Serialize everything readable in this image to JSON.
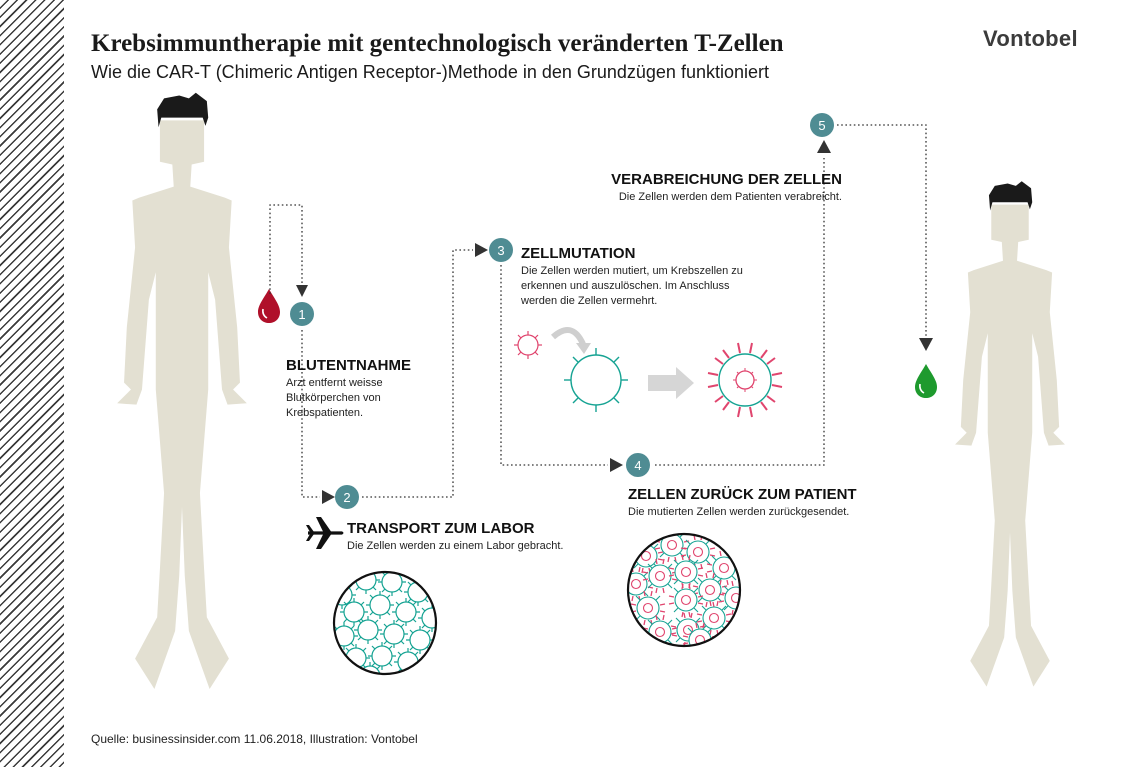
{
  "header": {
    "title": "Krebsimmuntherapie mit gentechnologisch veränderten T-Zellen",
    "subtitle": "Wie die CAR-T (Chimeric Antigen Receptor-)Methode in den Grundzügen funktioniert",
    "brand": "Vontobel"
  },
  "colors": {
    "body": "#e3e0d2",
    "hair": "#1a1a1a",
    "blood_drop": "#b0102a",
    "green_drop": "#1e9a2e",
    "step_badge": "#4f8c93",
    "cell_teal": "#16a393",
    "cell_pink": "#e0456e",
    "arrow_gray": "#d6d6d6"
  },
  "steps": [
    {
      "number": "1",
      "title": "BLUTENTNAHME",
      "text": [
        "Arzt  entfernt weisse",
        "Blutkörperchen von",
        "Krebspatienten."
      ]
    },
    {
      "number": "2",
      "title": "TRANSPORT ZUM LABOR",
      "text": [
        "Die Zellen werden zu einem Labor gebracht."
      ],
      "icon": "airplane-icon"
    },
    {
      "number": "3",
      "title": "ZELLMUTATION",
      "text": [
        "Die Zellen werden mutiert, um Krebszellen zu",
        "erkennen und auszulöschen. Im Anschluss",
        "werden die Zellen vermehrt."
      ]
    },
    {
      "number": "4",
      "title": "ZELLEN ZURÜCK ZUM PATIENT",
      "text": [
        "Die mutierten Zellen werden zurückgesendet."
      ]
    },
    {
      "number": "5",
      "title": "VERABREICHUNG DER ZELLEN",
      "text": [
        "Die Zellen werden dem Patienten verabreicht."
      ]
    }
  ],
  "icons": [
    "person-silhouette-icon",
    "blood-drop-icon",
    "airplane-icon",
    "cell-icon",
    "curved-arrow-icon",
    "right-arrow-icon",
    "green-drop-icon"
  ],
  "source": "Quelle: businessinsider.com 11.06.2018, Illustration: Vontobel"
}
